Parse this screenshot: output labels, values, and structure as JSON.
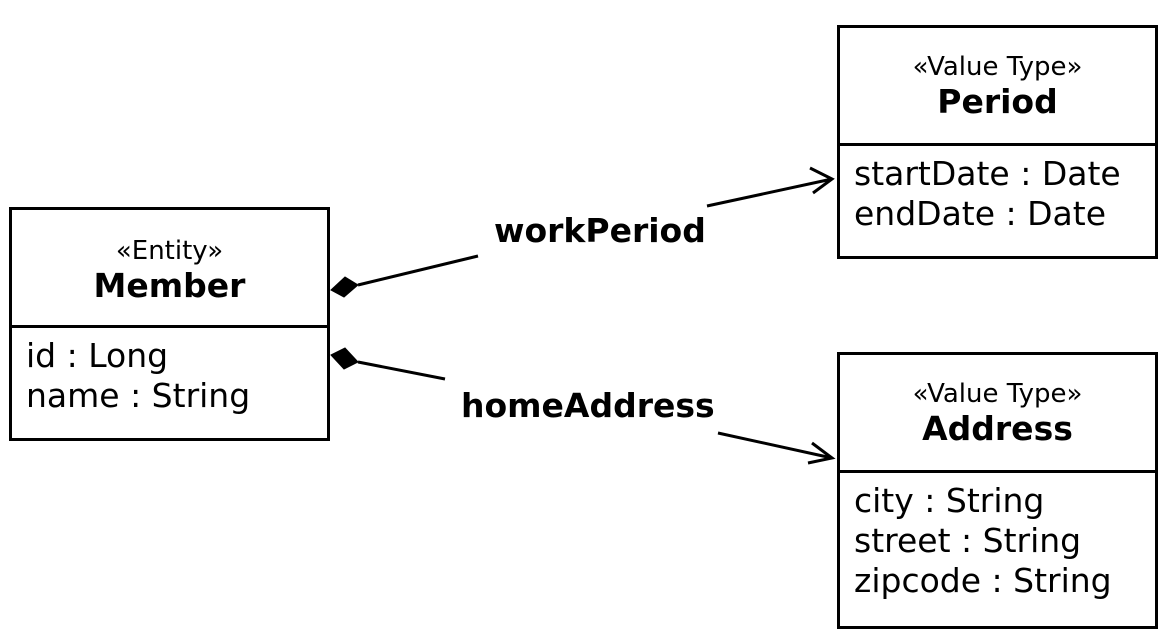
{
  "classes": {
    "member": {
      "stereotype": "«Entity»",
      "name": "Member",
      "attributes": [
        "id : Long",
        "name : String"
      ]
    },
    "period": {
      "stereotype": "«Value Type»",
      "name": "Period",
      "attributes": [
        "startDate : Date",
        "endDate : Date"
      ]
    },
    "address": {
      "stereotype": "«Value Type»",
      "name": "Address",
      "attributes": [
        "city : String",
        "street : String",
        "zipcode : String"
      ]
    }
  },
  "associations": {
    "work_period": {
      "label": "workPeriod",
      "type": "composition",
      "from": "Member",
      "to": "Period"
    },
    "home_address": {
      "label": "homeAddress",
      "type": "composition",
      "from": "Member",
      "to": "Address"
    }
  },
  "colors": {
    "line": "#000000",
    "background": "#ffffff"
  }
}
